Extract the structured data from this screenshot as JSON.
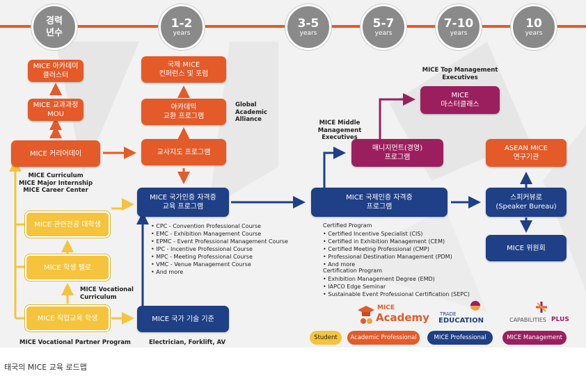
{
  "colors": {
    "orange": "#e45a28",
    "navy": "#1f3f86",
    "purple": "#9b1f5e",
    "yellow": "#f5c43c",
    "timeline": "#e45a28",
    "circle": "#8a8a8a"
  },
  "timeline": [
    {
      "top": "경력",
      "bottom": "년수"
    },
    {
      "top": "1-2",
      "bottom": "years"
    },
    {
      "top": "3-5",
      "bottom": "years"
    },
    {
      "top": "5-7",
      "bottom": "years"
    },
    {
      "top": "7-10",
      "bottom": "years"
    },
    {
      "top": "10",
      "bottom": "years"
    }
  ],
  "boxes": {
    "cluster": "MICE 아카데미\n클러스터",
    "mou": "MICE 교과과정\nMOU",
    "career_day": "MICE 커리어데이",
    "forum": "국제 MICE\n컨퍼런스 및 포럼",
    "exchange": "아카데믹\n교환 프로그램",
    "teacher": "교사지도 프로그램",
    "national_cert": "MICE 국가인증 자격증\n교육 프로그램",
    "national_skill": "MICE 국가 기술 기준",
    "intl_cert": "MICE 국제인증 자격증\n프로그램",
    "mgmt_program": "매니지먼트(경영)\n프로그램",
    "masterclass": "MICE\n마스터클래스",
    "asean": "ASEAN MICE\n연구기관",
    "speaker": "스피커뷰로\n(Speaker Bureau)",
    "committee": "MICE 위원회",
    "univ_student": "MICE 관련전공 대학생",
    "student_fellow": "MICE 학생 펠로",
    "vocational_student": "MICE 직업교육 학생"
  },
  "labels": {
    "global_alliance": "Global\nAcademic\nAlliance",
    "curriculum": "MICE Curriculum\nMICE Major Internship\nMICE Career Center",
    "vocational_curriculum": "MICE Vocational\nCurriculum",
    "vocational_partner": "MICE Vocational Partner Program",
    "electrician": "Electrician, Forklift, AV",
    "middle_mgmt": "MICE Middle\nManagement Executives",
    "top_mgmt": "MICE Top Management\nExecutives"
  },
  "national_courses": [
    "CPC - Convention Professional Course",
    "EMC - Exhibition Management Course",
    "EPMC - Event Professional Management Course",
    "IPC - Incentive Professional Course",
    "MPC - Meeting Professional Course",
    "VMC - Venue Management Course",
    "And more"
  ],
  "certified_program": {
    "title": "Certified Program",
    "items": [
      "Certified Incentive Specialist (CIS)",
      "Certified in Exhibition Management (CEM)",
      "Certified Meeting Professional (CMP)",
      "Professional Destination Management (PDM)",
      "And more"
    ]
  },
  "certification_program": {
    "title": "Certification Program",
    "items": [
      "Exhibition Management Degree (EMD)",
      "IAPCO Edge Seminar",
      "Sustainable Event Professional Certification (SEPC)"
    ]
  },
  "logos": {
    "academy_top": "MICE",
    "academy_bottom": "Academy",
    "trade_top": "TRADE",
    "trade_bottom": "EDUCATION",
    "cap_main": "CAPABILITIES",
    "cap_plus": "PLUS"
  },
  "legend": [
    {
      "label": "Student",
      "color": "#f5c43c"
    },
    {
      "label": "Academic Professional",
      "color": "#e45a28"
    },
    {
      "label": "MICE Professional",
      "color": "#1f3f86"
    },
    {
      "label": "MICE Management",
      "color": "#9b1f5e"
    }
  ],
  "caption": "태국의 MICE 교육 로드맵"
}
